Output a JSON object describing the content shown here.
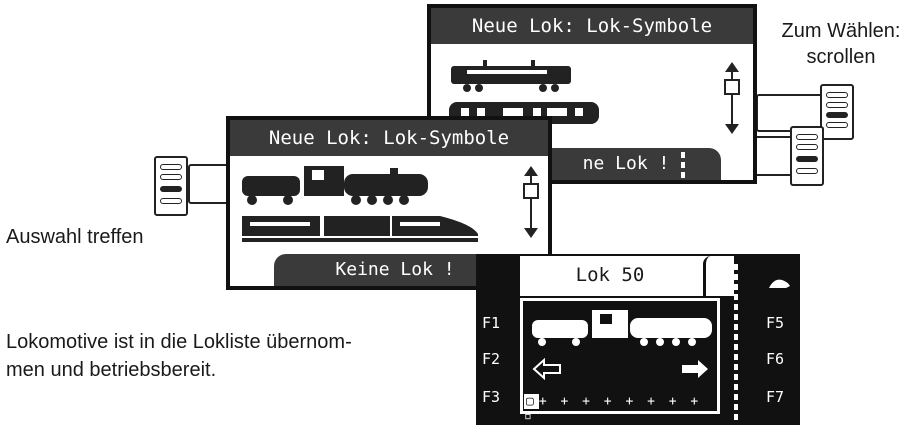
{
  "labels": {
    "choose": "Zum Wählen:\nscrollen",
    "select": "Auswahl treffen",
    "result": "Lokomotive ist in die Lokliste übernom-\nmen und betriebsbereit."
  },
  "screen_back": {
    "title": "Neue Lok: Lok-Symbole",
    "tab": "ne Lok !"
  },
  "screen_front": {
    "title": "Neue Lok: Lok-Symbole",
    "tab": "Keine Lok !"
  },
  "control": {
    "title": "Lok 50",
    "left_keys": [
      "F1",
      "F2",
      "F3"
    ],
    "right_keys": [
      "F5",
      "F6",
      "F7"
    ]
  },
  "colors": {
    "display_dark": "#3a3a3a",
    "frame": "#111111",
    "background": "#ffffff"
  },
  "icons": [
    "scroll-arrows-icon",
    "locomotive-icon",
    "ice-train-icon",
    "electric-loco-icon",
    "passenger-car-icon",
    "turtle-icon",
    "arrow-left-icon",
    "arrow-right-icon"
  ]
}
